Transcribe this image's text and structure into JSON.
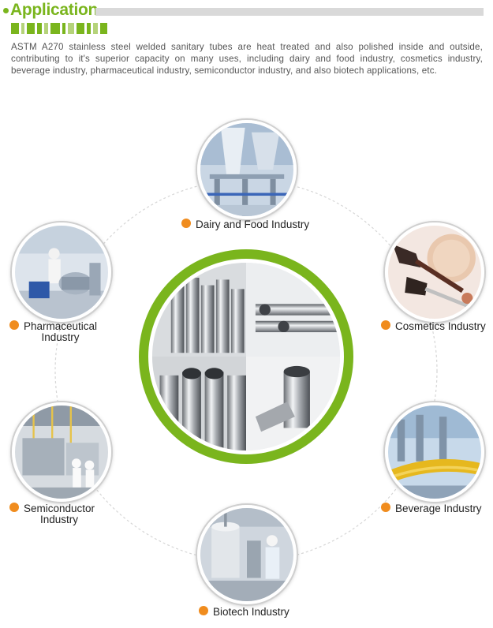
{
  "header": {
    "title": "Application",
    "description": "ASTM A270 stainless steel welded sanitary tubes are heat treated and also polished inside and outside, contributing to it's superior capacity on many uses, including dairy and food industry, cosmetics industry, beverage industry, pharmaceutical industry, semiconductor industry, and also biotech applications, etc."
  },
  "colors": {
    "accent": "#7ab51d",
    "bullet": "#f08c1e"
  },
  "industries": {
    "dairy": {
      "label": "Dairy and Food Industry"
    },
    "cosmetics": {
      "label": "Cosmetics Industry"
    },
    "beverage": {
      "label": "Beverage Industry"
    },
    "biotech": {
      "label": "Biotech Industry"
    },
    "semiconductor": {
      "line1": "Semiconductor",
      "line2": "Industry"
    },
    "pharmaceutical": {
      "line1": "Pharmaceutical",
      "line2": "Industry"
    }
  }
}
